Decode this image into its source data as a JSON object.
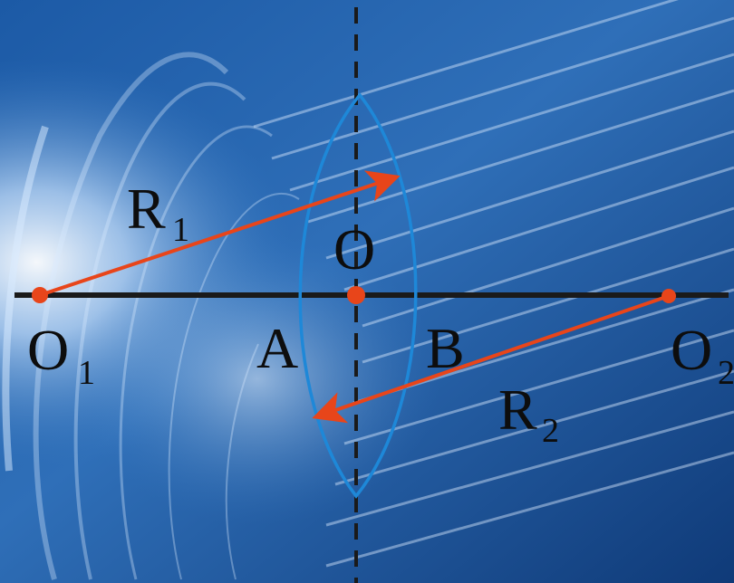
{
  "diagram": {
    "labels": {
      "o1_main": "O",
      "o1_sub": "1",
      "o2_main": "O",
      "o2_sub": "2",
      "center": "O",
      "a": "A",
      "b": "B",
      "r1_main": "R",
      "r1_sub": "1",
      "r2_main": "R",
      "r2_sub": "2"
    },
    "colors": {
      "axis": "#1a1a1a",
      "lens": "#1e88d8",
      "radius_arrow": "#e8451a",
      "points": "#e8451a",
      "dashed_line": "#1a1a1a",
      "background": "#1d4f8e"
    }
  }
}
